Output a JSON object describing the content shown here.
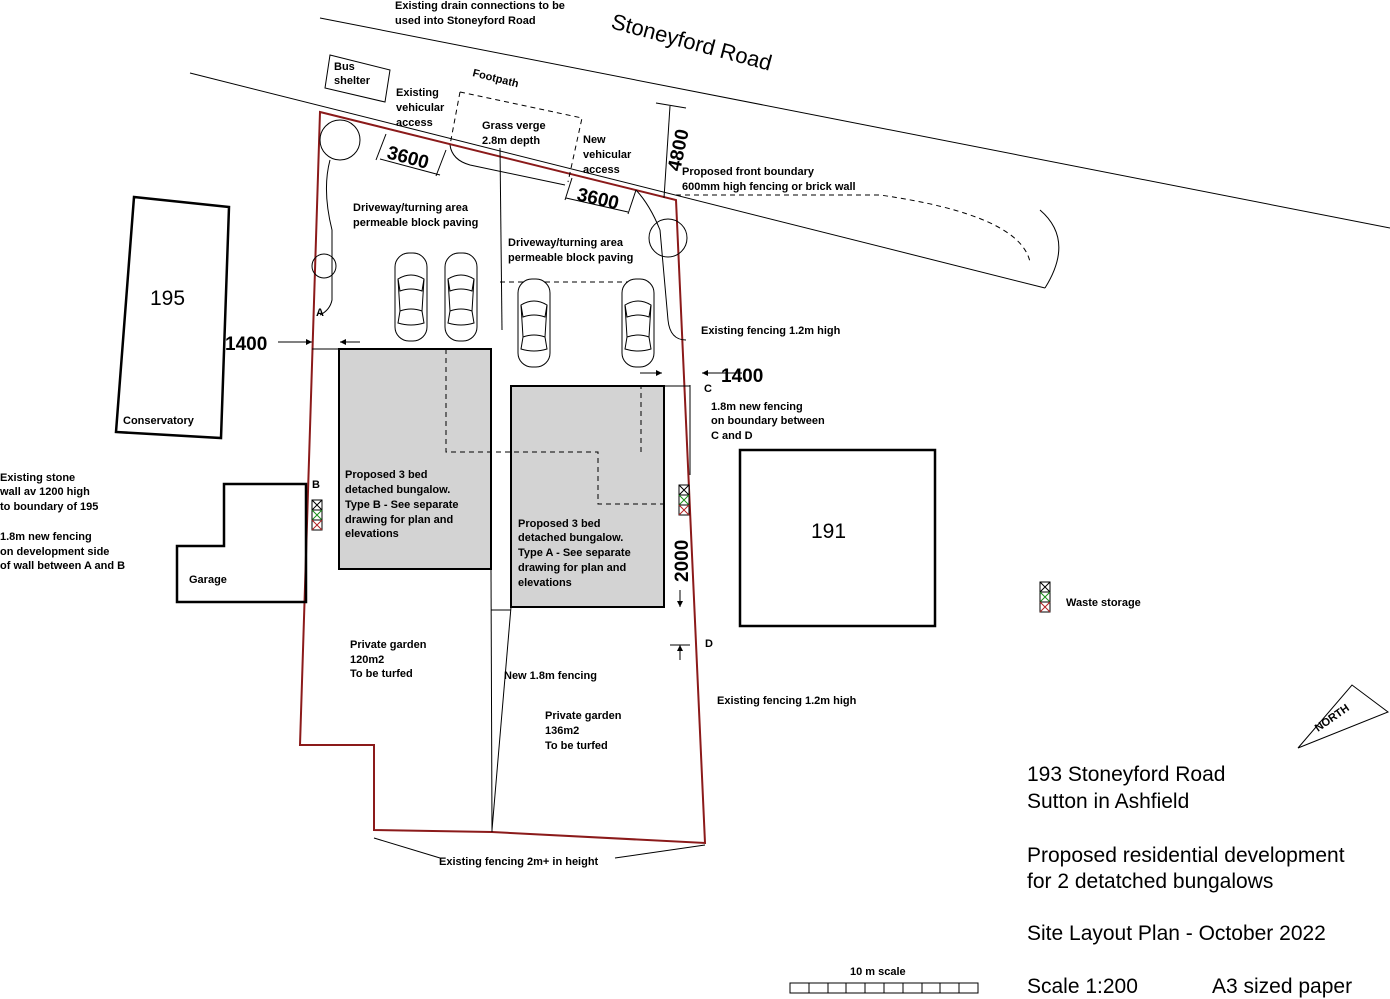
{
  "road": {
    "name": "Stoneyford Road",
    "footpath": "Footpath"
  },
  "notes": {
    "drain": [
      "Existing drain connections to be",
      "used into Stoneyford Road"
    ],
    "bus_shelter": [
      "Bus",
      "shelter"
    ],
    "existing_access": [
      "Existing",
      "vehicular",
      "access"
    ],
    "grass_verge": [
      "Grass verge",
      "2.8m depth"
    ],
    "new_access": [
      "New",
      "vehicular",
      "access"
    ],
    "front_boundary": [
      "Proposed front boundary",
      "600mm high fencing or brick wall"
    ],
    "driveway_left": [
      "Driveway/turning area",
      "permeable block paving"
    ],
    "driveway_right": [
      "Driveway/turning area",
      "permeable block paving"
    ],
    "existing_fencing_right": "Existing fencing 1.2m high",
    "new_fencing_cd": [
      "1.8m new fencing",
      "on boundary between",
      "C and D"
    ],
    "stone_wall": [
      "Existing stone",
      "wall av 1200 high",
      "to boundary of 195"
    ],
    "new_fencing_ab": [
      "1.8m new fencing",
      "on development side",
      "of wall between A and B"
    ],
    "bungalow_b": [
      "Proposed 3 bed",
      "detached bungalow.",
      "Type B  - See separate",
      "drawing for plan and",
      "elevations"
    ],
    "bungalow_a": [
      "Proposed 3 bed",
      "detached bungalow.",
      "Type A  - See separate",
      "drawing for plan and",
      "elevations"
    ],
    "garden_left": [
      "Private garden",
      "120m2",
      "To be turfed"
    ],
    "garden_right": [
      "Private garden",
      "136m2",
      "To be turfed"
    ],
    "new_fencing_mid": "New 1.8m fencing",
    "existing_fencing_bottom_right": "Existing fencing 1.2m high",
    "existing_fencing_rear": "Existing fencing 2m+ in height",
    "conservatory": "Conservatory",
    "garage": "Garage",
    "waste_storage": "Waste storage"
  },
  "houses": {
    "h195": "195",
    "h191": "191"
  },
  "dimensions": {
    "access_existing": "3600",
    "access_new": "3600",
    "verge_depth": "4800",
    "side_left": "1400",
    "side_right": "1400",
    "gap": "2000"
  },
  "points": {
    "a": "A",
    "b": "B",
    "c": "C",
    "d": "D"
  },
  "north": "NORTH",
  "scale_bar_label": "10 m scale",
  "title_block": {
    "address_1": "193 Stoneyford Road",
    "address_2": "Sutton in Ashfield",
    "proposal_1": "Proposed residential development",
    "proposal_2": "for 2 detatched  bungalows",
    "drawing": "Site Layout Plan - October 2022",
    "scale": "Scale 1:200",
    "paper": "A3 sized paper"
  },
  "colors": {
    "boundary": "#8b1a1a",
    "building_fill": "#d3d3d3",
    "waste_x_green": "#1a8f1a",
    "waste_x_red": "#b22222"
  }
}
